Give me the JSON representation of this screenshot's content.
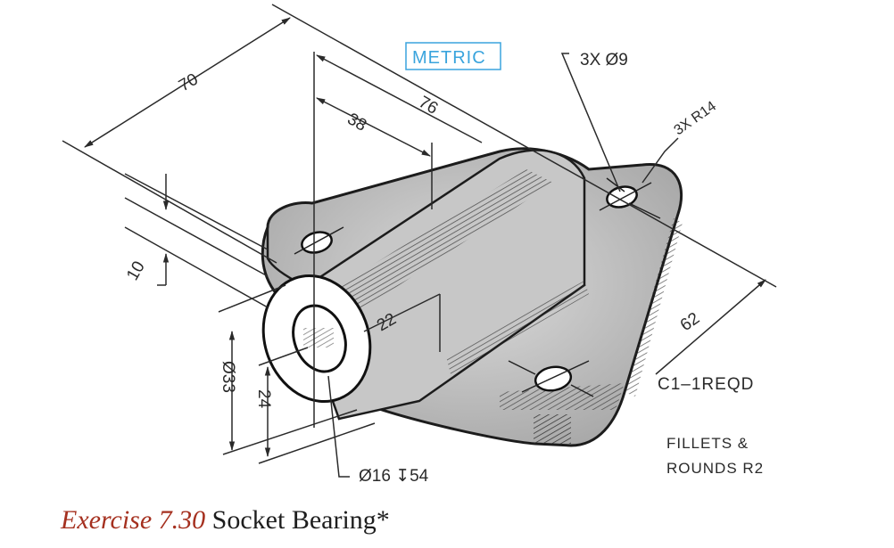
{
  "figure": {
    "title": "Socket Bearing",
    "units_badge": "METRIC",
    "dimensions": {
      "overall_width": "70",
      "overall_length": "76",
      "half_length": "38",
      "flange_thickness": "10",
      "boss_diameter": "Ø33",
      "center_height": "24",
      "boss_depth": "22",
      "hole_spacing": "62"
    },
    "callouts": {
      "mounting_holes": "3X Ø9",
      "corner_radius": "3X R14",
      "bore": "Ø16 ↧54"
    },
    "notes": {
      "material_qty": "C1–1REQD",
      "fillets_line1": "FILLETS &",
      "fillets_line2": "ROUNDS R2"
    }
  },
  "caption": {
    "exercise_label": "Exercise 7.30",
    "title": "Socket Bearing*"
  },
  "colors": {
    "caption_accent": "#a5301f",
    "metric_badge": "#3aa4dd",
    "line": "#2a2a2a",
    "shade": "#b8b8b8"
  }
}
